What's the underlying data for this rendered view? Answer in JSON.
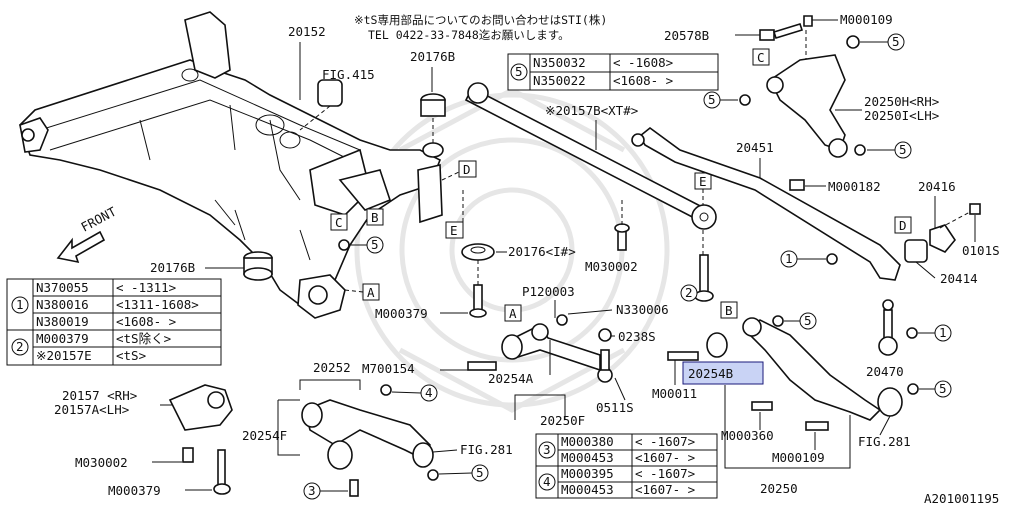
{
  "notes": {
    "line1": "※tS専用部品についてのお問い合わせはSTI(株)",
    "line2": "TEL 0422-33-7848迄お願いします。"
  },
  "labels": {
    "p20152": "20152",
    "fig415": "FIG.415",
    "p20176b_top": "20176B",
    "p20578b": "20578B",
    "m000109_top": "M000109",
    "c_top": "C",
    "p20157b": "※20157B<XT#>",
    "p20250h": "20250H<RH>",
    "p20250i": "20250I<LH>",
    "p20451": "20451",
    "m000182": "M000182",
    "p20416": "20416",
    "d_right": "D",
    "p0101s": "0101S",
    "p20414": "20414",
    "front": "FRONT",
    "d_mid": "D",
    "e_mid": "E",
    "e_right": "E",
    "c_mid": "C",
    "b_mid": "B",
    "a_mid": "A",
    "p20176i": "20176<I#>",
    "m030002_mid": "M030002",
    "p20176b_left": "20176B",
    "m000379_mid": "M000379",
    "p120003": "P120003",
    "a_small": "A",
    "n330006": "N330006",
    "b_small": "B",
    "p0238s": "0238S",
    "m700154": "M700154",
    "p20252": "20252",
    "p20254a": "20254A",
    "m00011": "M00011",
    "p20254b": "20254B",
    "p20470": "20470",
    "p20157rh": "20157 <RH>",
    "p20157alh": "20157A<LH>",
    "p20254f": "20254F",
    "p20250f": "20250F",
    "p0511s": "0511S",
    "m000360": "M000360",
    "fig281_right": "FIG.281",
    "m030002_bot": "M030002",
    "fig281_mid": "FIG.281",
    "m000109_bot": "M000109",
    "m000379_bot": "M000379",
    "p20250": "20250",
    "diagram_id": "A201001195"
  },
  "callouts": {
    "c1": "1",
    "c2": "2",
    "c3": "3",
    "c4": "4",
    "c5": "5"
  },
  "table5": [
    [
      "N350032",
      "< -1608>"
    ],
    [
      "N350022",
      "<1608- >"
    ]
  ],
  "table12": [
    [
      "N370055",
      "< -1311>"
    ],
    [
      "N380016",
      "<1311-1608>"
    ],
    [
      "N380019",
      "<1608- >"
    ],
    [
      "M000379",
      "<tS除く>"
    ],
    [
      "※20157E",
      "<tS>"
    ]
  ],
  "table34": [
    [
      "M000380",
      "< -1607>"
    ],
    [
      "M000453",
      "<1607- >"
    ],
    [
      "M000395",
      "< -1607>"
    ],
    [
      "M000453",
      "<1607- >"
    ]
  ],
  "colors": {
    "highlight": "#c9d3f5",
    "ink": "#111111"
  }
}
